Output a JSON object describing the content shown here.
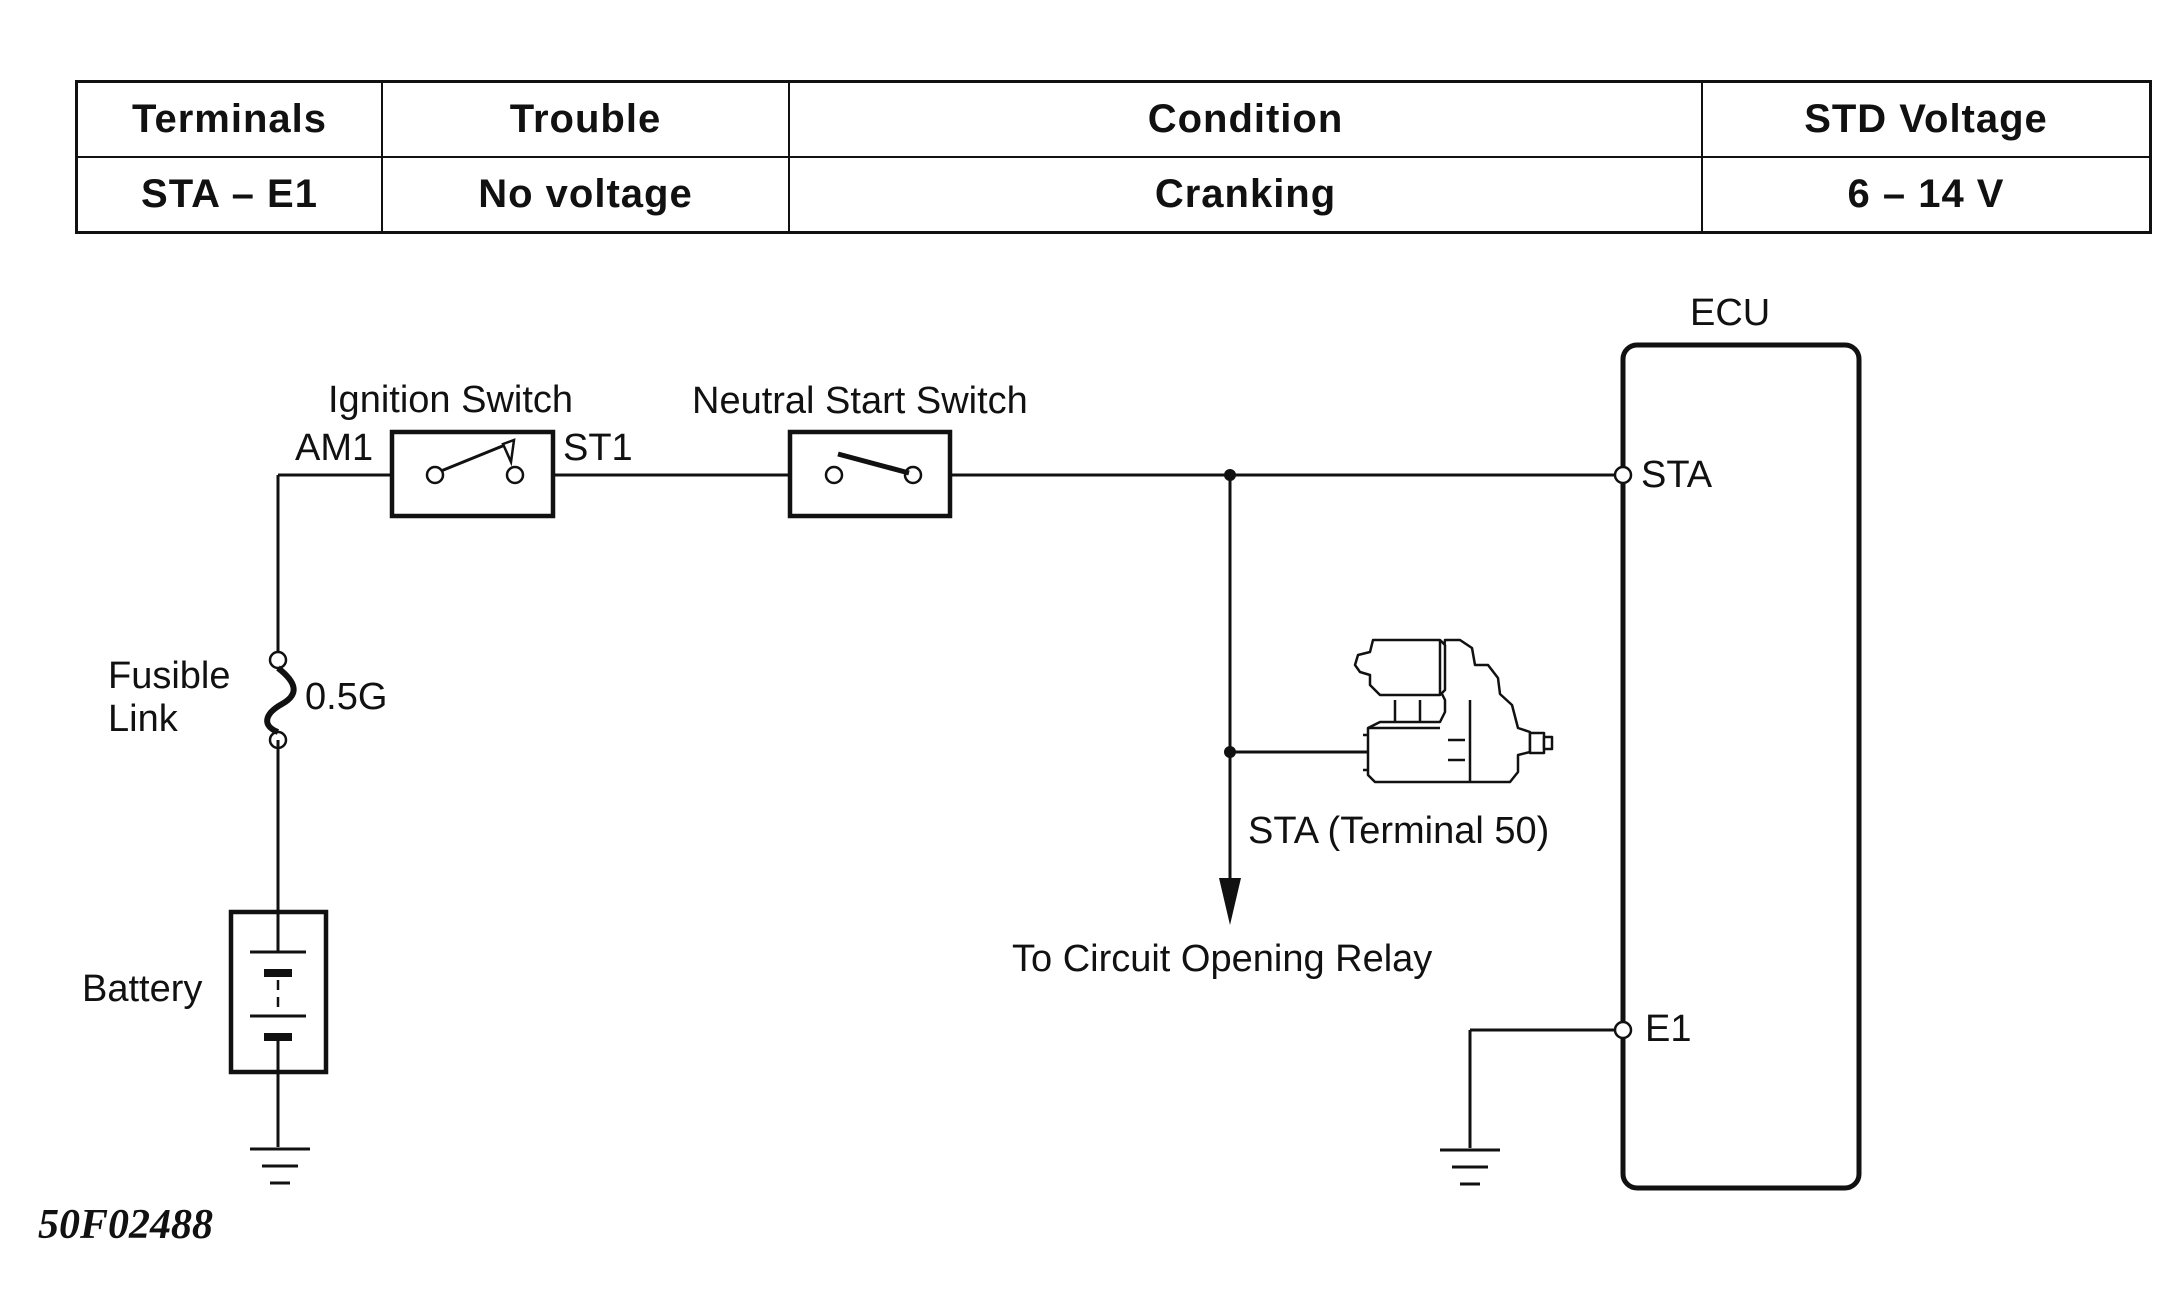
{
  "table": {
    "headers": [
      "Terminals",
      "Trouble",
      "Condition",
      "STD Voltage"
    ],
    "rows": [
      [
        "STA – E1",
        "No voltage",
        "Cranking",
        "6 – 14 V"
      ]
    ]
  },
  "diagram": {
    "ecu_label": "ECU",
    "ignition_switch": "Ignition Switch",
    "am1": "AM1",
    "st1": "ST1",
    "neutral_start_switch": "Neutral Start Switch",
    "sta_pin": "STA",
    "e1_pin": "E1",
    "fusible_link_line1": "Fusible",
    "fusible_link_line2": "Link",
    "fuse_rating": "0.5G",
    "battery": "Battery",
    "starter_terminal": "STA (Terminal 50)",
    "circuit_opening_relay": "To Circuit Opening Relay",
    "figure_code": "50F02488"
  }
}
